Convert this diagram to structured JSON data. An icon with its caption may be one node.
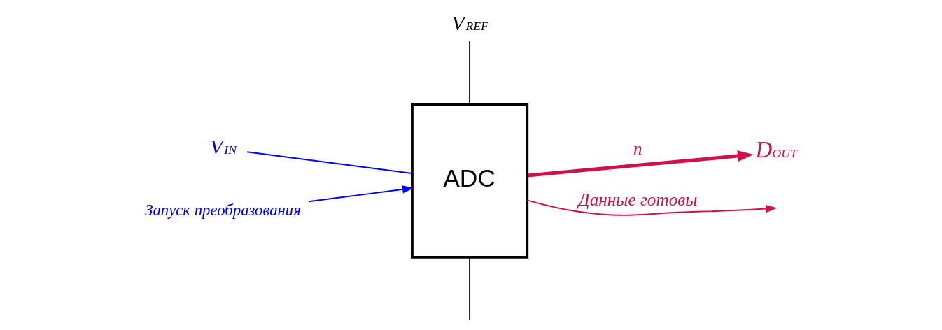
{
  "diagram": {
    "nodes": [
      {
        "text": [
          "ADC"
        ]
      },
      {
        "text": [
          "V$_{REF}$"
        ]
      },
      {
        "text": [
          "V$_{IN}$"
        ]
      },
      {
        "text": [
          "Запуск преобразования"
        ]
      },
      {
        "text": [
          "D$_{OUT}$"
        ]
      }
    ],
    "edges": [
      {
        "from": 1,
        "to": 0,
        "arrow": "none",
        "color": "#000000"
      },
      {
        "from": 2,
        "to": 0,
        "arrow": "none",
        "color": "#0000ff"
      },
      {
        "from": 3,
        "to": 0,
        "arrow": "to",
        "color": "#0000ff"
      },
      {
        "from": 0,
        "to": null,
        "arrow": "to",
        "label": "Данные готовы",
        "color": "#d0104c"
      },
      {
        "from": 0,
        "to": 4,
        "arrow": "to",
        "label": "n",
        "style": "thick",
        "color": "#d0104c"
      },
      {
        "from": 0,
        "to": null,
        "arrow": "none",
        "color": "#000000"
      }
    ]
  }
}
